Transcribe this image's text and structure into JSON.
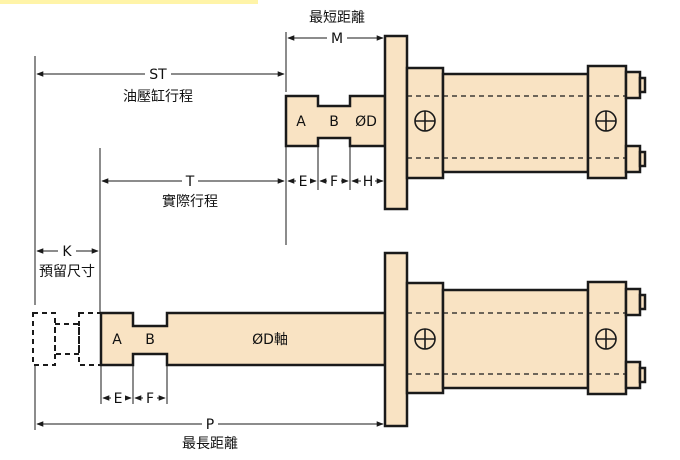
{
  "colors": {
    "fill": "#f9e3c3",
    "stroke": "#1a1a1a",
    "dim": "#1a1a1a",
    "bar": "#fff4a8"
  },
  "top": {
    "min_label": "最短距離",
    "m_label": "M",
    "st_label": "ST",
    "st_desc": "油壓缸行程",
    "t_label": "T",
    "t_desc": "實際行程",
    "rod_a": "A",
    "rod_b": "B",
    "rod_d": "ØD",
    "e_label": "E",
    "f_label": "F",
    "h_label": "H"
  },
  "bottom": {
    "k_label": "K",
    "k_desc": "預留尺寸",
    "rod_a": "A",
    "rod_b": "B",
    "rod_d": "ØD軸",
    "e_label": "E",
    "f_label": "F",
    "p_label": "P",
    "max_label": "最長距離"
  }
}
